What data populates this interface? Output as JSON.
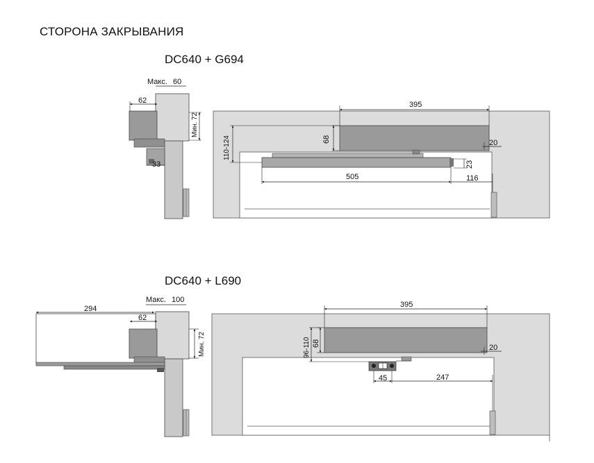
{
  "page_title": "СТОРОНА ЗАКРЫВАНИЯ",
  "colors": {
    "wall": "#dcdcdc",
    "door": "#c7c7c7",
    "body": "#9a9a9a",
    "body_dark": "#7f7f7f",
    "line": "#222222"
  },
  "section1": {
    "title": "DC640 + G694",
    "side": {
      "max_label": "Макс.",
      "max_value": "60",
      "width": "62",
      "min_label": "Мин. 72",
      "bracket": "33"
    },
    "front": {
      "width": "395",
      "height": "68",
      "range": "110-124",
      "offset": "20",
      "gap": "23",
      "rail": "505",
      "rail_offset": "116"
    }
  },
  "section2": {
    "title": "DC640 + L690",
    "side": {
      "max_label": "Макс.",
      "max_value": "100",
      "arm": "294",
      "width": "62",
      "min_label": "Мин. 72"
    },
    "front": {
      "width": "395",
      "height": "68",
      "range": "96-110",
      "offset": "20",
      "bracket": "45",
      "distance": "247"
    }
  }
}
